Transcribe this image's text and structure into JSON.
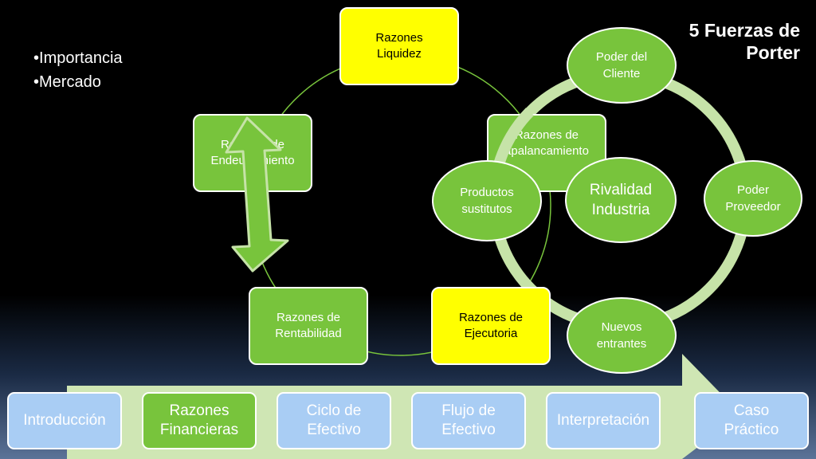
{
  "title": "5 Fuerzas de Porter",
  "bullets": [
    "Importancia",
    "Mercado"
  ],
  "ratios": {
    "liquidez": "Razones Liquidez",
    "endeudamiento": "Razones de Endeudamiento",
    "apalancamiento": "Razones de apalancamiento",
    "ejecutoria": "Razones de Ejecutoria",
    "rentabilidad": "Razones de Rentabilidad"
  },
  "forces": {
    "cliente": "Poder del Cliente",
    "proveedor": "Poder Proveedor",
    "entrantes": "Nuevos entrantes",
    "sustitutos": "Productos sustitutos",
    "rivalidad": "Rivalidad Industria"
  },
  "process": [
    {
      "label": "Introducción"
    },
    {
      "label": "Razones Financieras"
    },
    {
      "label": "Ciclo de Efectivo"
    },
    {
      "label": "Flujo de Efectivo"
    },
    {
      "label": "Interpretación"
    },
    {
      "label": "Caso Práctico"
    }
  ],
  "colors": {
    "green": "#78c43c",
    "yellow": "#ffff00",
    "light_blue": "#a9cdf4",
    "light_green": "#c6e3a8"
  }
}
